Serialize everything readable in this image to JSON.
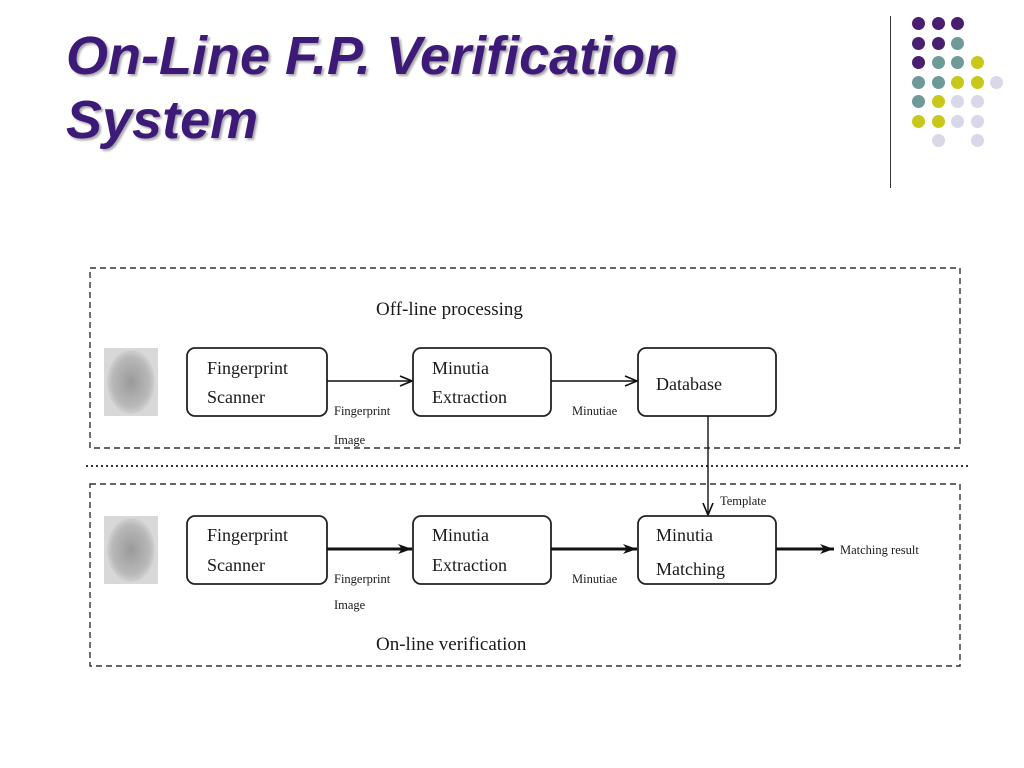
{
  "slide": {
    "title_line1": "On-Line F.P. Verification",
    "title_line2": "System"
  },
  "decor": {
    "palette": {
      "purple": "#4b1f6f",
      "teal": "#6e9a9a",
      "lime": "#c8c81a",
      "lavender": "#d8d8e8"
    },
    "dots": [
      [
        "purple",
        "purple",
        "purple",
        null
      ],
      [
        "purple",
        "purple",
        "teal",
        null
      ],
      [
        "purple",
        "teal",
        "teal",
        "lime"
      ],
      [
        "teal",
        "teal",
        "lime",
        "lime",
        "lavender"
      ],
      [
        "teal",
        "lime",
        "lavender",
        "lavender"
      ],
      [
        "lime",
        "lime",
        "lavender",
        "lavender"
      ],
      [
        null,
        "lavender",
        null,
        "lavender"
      ]
    ]
  },
  "diagram": {
    "offline": {
      "section_label": "Off-line processing",
      "scanner": [
        "Fingerprint",
        "Scanner"
      ],
      "extraction": [
        "Minutia",
        "Extraction"
      ],
      "database": "Database",
      "edge_image": [
        "Fingerprint",
        "Image"
      ],
      "edge_minutiae": "Minutiae"
    },
    "template_label": "Template",
    "online": {
      "section_label": "On-line verification",
      "scanner": [
        "Fingerprint",
        "Scanner"
      ],
      "extraction": [
        "Minutia",
        "Extraction"
      ],
      "matching": [
        "Minutia",
        "Matching"
      ],
      "edge_image": [
        "Fingerprint",
        "Image"
      ],
      "edge_minutiae": "Minutiae",
      "result": "Matching result"
    }
  }
}
